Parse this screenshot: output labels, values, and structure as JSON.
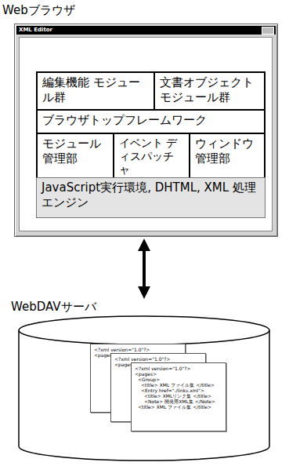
{
  "diagram": {
    "nodes": [
      {
        "text": [
          "Webブラウザ",
          "XML Editor"
        ]
      },
      {
        "text": [
          "編集機能 モジュール群"
        ],
        "in": 0
      },
      {
        "text": [
          "文書オブジェクト モジュール群"
        ],
        "in": 0
      },
      {
        "text": [
          "ブラウザトップフレームワーク"
        ],
        "in": 0
      },
      {
        "text": [
          "モジュール 管理部"
        ],
        "in": 0
      },
      {
        "text": [
          "イベント ディスパッチャ"
        ],
        "in": 0
      },
      {
        "text": [
          "ウィンドウ 管理部"
        ],
        "in": 0
      },
      {
        "text": [
          "JavaScript実行環境, DHTML, XML 処理エンジン"
        ],
        "in": 0
      },
      {
        "text": [
          "WebDAVサーバ"
        ]
      },
      {
        "text": [
          "<?xml version=\"1.0\"?>",
          "<pages>"
        ],
        "in": 8
      },
      {
        "text": [
          "<?xml version=\"1.0\"?>",
          "<pages>"
        ],
        "in": 8
      },
      {
        "text": [
          "<?xml version=\"1.0\"?>",
          "<pages>",
          "<Group>",
          "<title> XML ファイル集 </title>",
          "<Entry href=\"./links.xml\">",
          "<title> XMLリンク集 </title>",
          "<Note> 開発用XML集 </Note>",
          "<title> XML ファイル集 </title>"
        ],
        "in": 8
      }
    ],
    "edges": [
      {
        "from": 0,
        "to": 8,
        "arrow": "both"
      }
    ]
  }
}
